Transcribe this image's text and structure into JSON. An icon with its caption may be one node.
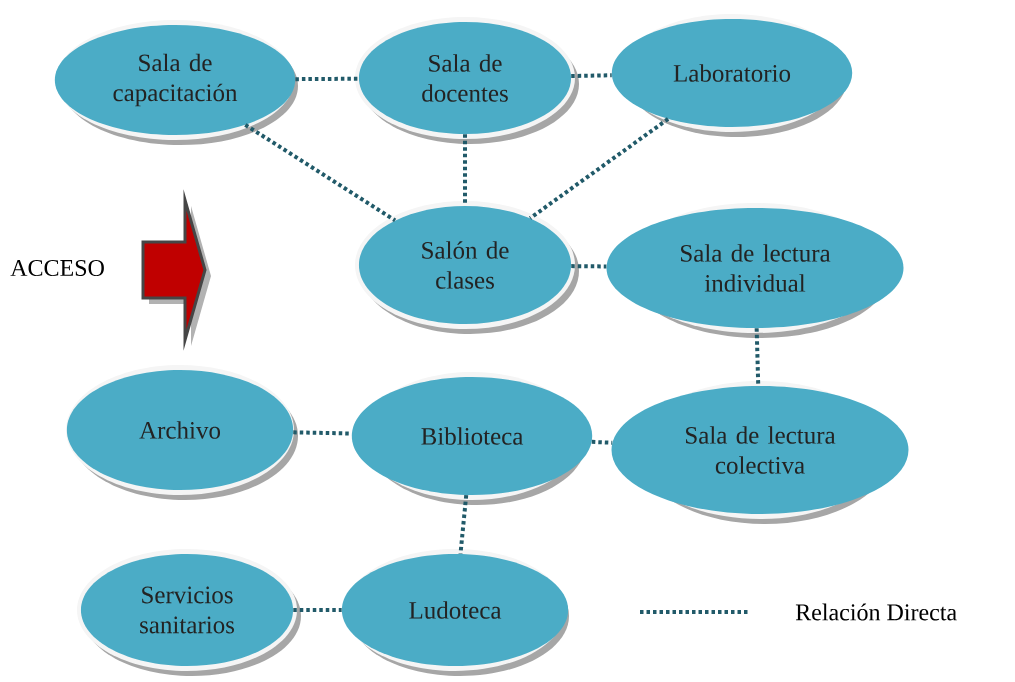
{
  "diagram": {
    "nodes": [
      {
        "text": [
          "Sala de capacitación"
        ]
      },
      {
        "text": [
          "Sala de docentes"
        ]
      },
      {
        "text": [
          "Laboratorio"
        ]
      },
      {
        "text": [
          "Salón de clases"
        ]
      },
      {
        "text": [
          "Sala de lectura individual"
        ]
      },
      {
        "text": [
          "Archivo"
        ]
      },
      {
        "text": [
          "Biblioteca"
        ]
      },
      {
        "text": [
          "Sala de lectura colectiva"
        ]
      },
      {
        "text": [
          "Servicios sanitarios"
        ]
      },
      {
        "text": [
          "Ludoteca"
        ]
      }
    ],
    "edges": [
      {
        "from": 0,
        "to": 1,
        "arrow": "none"
      },
      {
        "from": 1,
        "to": 2,
        "arrow": "none"
      },
      {
        "from": 0,
        "to": 3,
        "arrow": "none"
      },
      {
        "from": 1,
        "to": 3,
        "arrow": "none"
      },
      {
        "from": 2,
        "to": 3,
        "arrow": "none"
      },
      {
        "from": 3,
        "to": 4,
        "arrow": "none"
      },
      {
        "from": 4,
        "to": 7,
        "arrow": "none"
      },
      {
        "from": 5,
        "to": 6,
        "arrow": "none"
      },
      {
        "from": 6,
        "to": 7,
        "arrow": "none"
      },
      {
        "from": 6,
        "to": 9,
        "arrow": "none"
      },
      {
        "from": 8,
        "to": 9,
        "arrow": "none"
      }
    ],
    "labels": [
      "ACCESO"
    ],
    "legend": [
      {
        "text": "Relación Directa"
      }
    ]
  }
}
